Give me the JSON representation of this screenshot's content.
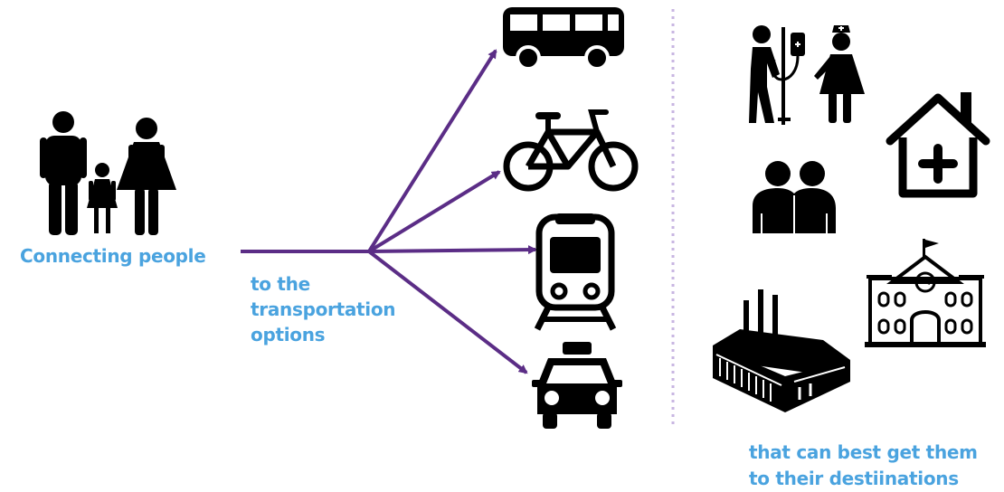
{
  "labels": {
    "people": "Connecting people",
    "options": [
      "to the",
      "transportation",
      "options"
    ],
    "destinations": [
      "that can best get them",
      "to their destiinations"
    ]
  },
  "colors": {
    "label": "#4aa3df",
    "arrow": "#5b2d86",
    "divider": "#c8b6e2",
    "icon": "#000000"
  },
  "icons": {
    "people": "family-icon",
    "modes": [
      "bus-icon",
      "bicycle-icon",
      "train-icon",
      "taxi-icon"
    ],
    "destinations": [
      "patient-nurse-icon",
      "home-health-icon",
      "couple-icon",
      "school-icon",
      "factory-icon"
    ]
  }
}
